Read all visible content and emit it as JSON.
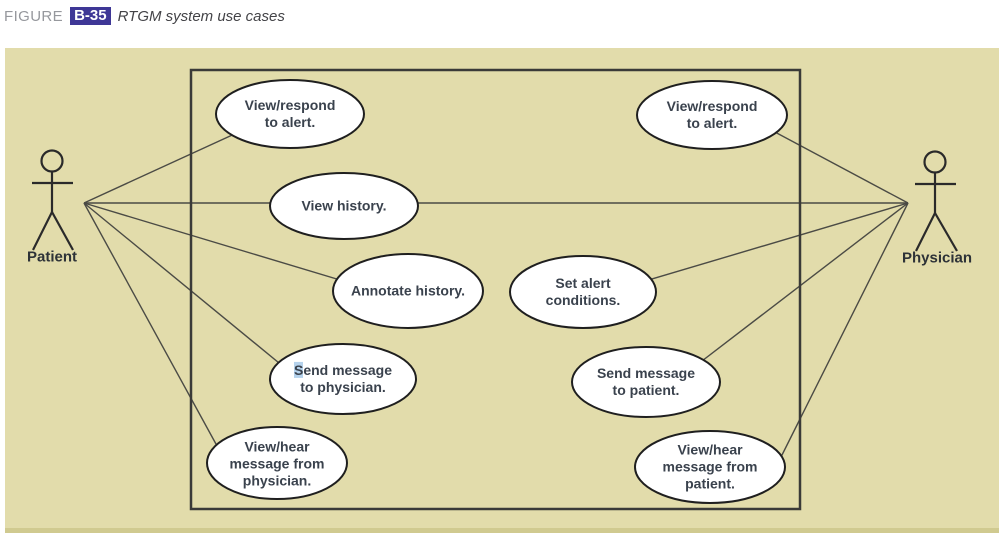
{
  "figure": {
    "label": "FIGURE",
    "number": "B-35",
    "caption": "RTGM system use cases"
  },
  "actors": [
    {
      "id": "patient",
      "name": "Patient"
    },
    {
      "id": "physician",
      "name": "Physician"
    }
  ],
  "use_cases": [
    {
      "id": "view-respond-alert-patient",
      "label": "View/respond\nto alert."
    },
    {
      "id": "view-respond-alert-physician",
      "label": "View/respond\nto alert."
    },
    {
      "id": "view-history",
      "label": "View history."
    },
    {
      "id": "annotate-history",
      "label": "Annotate history."
    },
    {
      "id": "set-alert-conditions",
      "label": "Set alert\nconditions."
    },
    {
      "id": "send-message-to-physician",
      "selected_char": "S",
      "label_rest": "end message\nto physician."
    },
    {
      "id": "send-message-to-patient",
      "label": "Send message\nto patient."
    },
    {
      "id": "view-hear-message-from-physician",
      "label": "View/hear\nmessage from\nphysician."
    },
    {
      "id": "view-hear-message-from-patient",
      "label": "View/hear\nmessage from\npatient."
    }
  ],
  "associations": [
    {
      "actor": "Patient",
      "use_case": "View/respond to alert."
    },
    {
      "actor": "Patient",
      "use_case": "View history."
    },
    {
      "actor": "Patient",
      "use_case": "Annotate history."
    },
    {
      "actor": "Patient",
      "use_case": "Send message to physician."
    },
    {
      "actor": "Patient",
      "use_case": "View/hear message from physician."
    },
    {
      "actor": "Physician",
      "use_case": "View/respond to alert."
    },
    {
      "actor": "Physician",
      "use_case": "View history."
    },
    {
      "actor": "Physician",
      "use_case": "Set alert conditions."
    },
    {
      "actor": "Physician",
      "use_case": "Send message to patient."
    },
    {
      "actor": "Physician",
      "use_case": "View/hear message from patient."
    }
  ],
  "colors": {
    "panel_background": "#e2dcab",
    "panel_bottom_edge": "#d0ca90",
    "ellipse_fill": "#ffffff",
    "ellipse_stroke": "#1f1f1f",
    "boundary_stroke": "#3a3a38",
    "association_line": "#4b4b45",
    "label_text": "#3a424d",
    "figure_badge": "#3e3796",
    "figure_word": "#96989d",
    "selection_highlight": "#b5d2ec"
  }
}
